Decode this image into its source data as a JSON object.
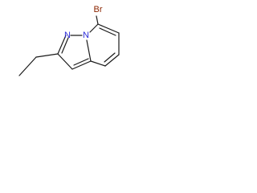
{
  "molecule": {
    "atom_labels": {
      "bromine": "Br",
      "nitrogen_ring": "N",
      "nitrogen_bridge": "N"
    },
    "colors": {
      "bond": "#1a1a1a",
      "bromine": "#8b2500",
      "nitrogen": "#2b2bd8",
      "background": "#ffffff"
    }
  }
}
